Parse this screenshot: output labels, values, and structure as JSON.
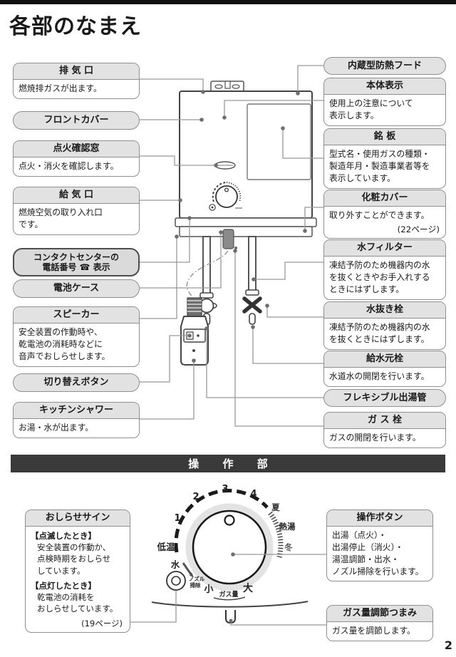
{
  "page": {
    "title": "各部のなまえ",
    "page_number": "2",
    "section2_title": "操 作 部"
  },
  "left_labels": [
    {
      "title": "排 気 口",
      "desc": "燃焼排ガスが出ます。"
    },
    {
      "title": "フロントカバー"
    },
    {
      "title": "点火確認窓",
      "desc": "点火・消火を確認します。"
    },
    {
      "title": "給 気 口",
      "desc": "燃焼空気の取り入れ口\nです。"
    },
    {
      "title": "コンタクトセンターの\n電話番号 ☎ 表示"
    },
    {
      "title": "電池ケース"
    },
    {
      "title": "スピーカー",
      "desc": "安全装置の作動時や、\n乾電池の消耗時などに\n音声でおしらせします。"
    },
    {
      "title": "切り替えボタン"
    },
    {
      "title": "キッチンシャワー",
      "desc": "お湯・水が出ます。"
    }
  ],
  "right_labels": [
    {
      "title": "内蔵型防熱フード"
    },
    {
      "title": "本体表示",
      "desc": "使用上の注意について\n表示します。"
    },
    {
      "title": "銘 板",
      "desc": "型式名・使用ガスの種類・\n製造年月・製造事業者等を\n表示しています。"
    },
    {
      "title": "化粧カバー",
      "desc": "取り外すことができます。",
      "note": "(22ページ)"
    },
    {
      "title": "水フィルター",
      "desc": "凍結予防のため機器内の水\nを抜くときやお手入れする\nときにはずします。"
    },
    {
      "title": "水抜き栓",
      "desc": "凍結予防のため機器内の水\nを抜くときにはずします。"
    },
    {
      "title": "給水元栓",
      "desc": "水道水の開閉を行います。"
    },
    {
      "title": "フレキシブル出湯管"
    },
    {
      "title": "ガ ス 栓",
      "desc": "ガスの開閉を行います。"
    }
  ],
  "operation": {
    "notice_box": {
      "title": "おしらせサイン",
      "blink_head": "【点滅したとき】",
      "blink_body": "安全装置の作動か、\n点検時期をおしらせ\nしています。",
      "light_head": "【点灯したとき】",
      "light_body": "乾電池の消耗を\nおしらせしています。",
      "page_ref": "(19ページ)"
    },
    "button_box": {
      "title": "操作ボタン",
      "desc": "出湯（点火）・\n出湯停止（消火）・\n湯温調節・出水・\nノズル掃除を行います。"
    },
    "gas_box": {
      "title": "ガス量調節つまみ",
      "desc": "ガス量を調節します。"
    },
    "dial": {
      "tick1": "1",
      "tick2": "2",
      "tick3": "3",
      "tick4": "4",
      "low": "低温",
      "summer": "夏",
      "hot_water": "熱湯",
      "winter": "冬",
      "water": "水",
      "nozzle1": "ノズル",
      "nozzle2": "掃除",
      "small": "小",
      "gas_amount": "ガス量",
      "large": "大"
    }
  },
  "colors": {
    "accent_bar": "#3a3a3a",
    "label_header_bg": "#e2e2e2",
    "callout_line": "#999999"
  }
}
